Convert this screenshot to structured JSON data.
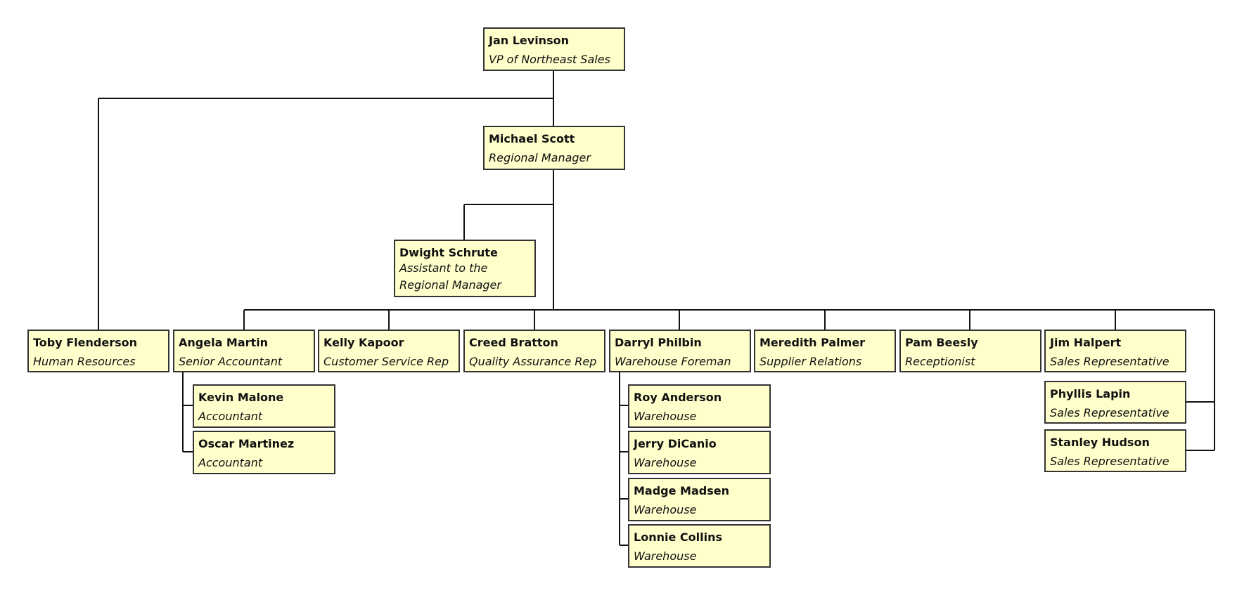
{
  "org_chart": {
    "nodes": [
      {
        "id": "jan",
        "name": "Jan Levinson",
        "title": "VP of Northeast Sales"
      },
      {
        "id": "michael",
        "name": "Michael Scott",
        "title": "Regional Manager"
      },
      {
        "id": "dwight",
        "name": "Dwight Schrute",
        "title": "Assistant to the Regional Manager"
      },
      {
        "id": "toby",
        "name": "Toby Flenderson",
        "title": "Human Resources"
      },
      {
        "id": "angela",
        "name": "Angela Martin",
        "title": "Senior Accountant"
      },
      {
        "id": "kelly",
        "name": "Kelly Kapoor",
        "title": "Customer Service Rep"
      },
      {
        "id": "creed",
        "name": "Creed Bratton",
        "title": "Quality Assurance Rep"
      },
      {
        "id": "darryl",
        "name": "Darryl Philbin",
        "title": "Warehouse Foreman"
      },
      {
        "id": "meredith",
        "name": "Meredith Palmer",
        "title": "Supplier Relations"
      },
      {
        "id": "pam",
        "name": "Pam Beesly",
        "title": "Receptionist"
      },
      {
        "id": "jim",
        "name": "Jim Halpert",
        "title": "Sales Representative"
      },
      {
        "id": "phyllis",
        "name": "Phyllis Lapin",
        "title": "Sales Representative"
      },
      {
        "id": "stanley",
        "name": "Stanley Hudson",
        "title": "Sales Representative"
      },
      {
        "id": "kevin",
        "name": "Kevin Malone",
        "title": "Accountant"
      },
      {
        "id": "oscar",
        "name": "Oscar Martinez",
        "title": "Accountant"
      },
      {
        "id": "roy",
        "name": "Roy Anderson",
        "title": "Warehouse"
      },
      {
        "id": "jerry",
        "name": "Jerry DiCanio",
        "title": "Warehouse"
      },
      {
        "id": "madge",
        "name": "Madge Madsen",
        "title": "Warehouse"
      },
      {
        "id": "lonnie",
        "name": "Lonnie Collins",
        "title": "Warehouse"
      }
    ],
    "reports_to": {
      "michael": "jan",
      "toby": "jan",
      "dwight": "michael",
      "angela": "michael",
      "kelly": "michael",
      "creed": "michael",
      "darryl": "michael",
      "meredith": "michael",
      "pam": "michael",
      "jim": "michael",
      "phyllis": "michael",
      "stanley": "michael",
      "kevin": "angela",
      "oscar": "angela",
      "roy": "darryl",
      "jerry": "darryl",
      "madge": "darryl",
      "lonnie": "darryl"
    },
    "colors": {
      "box_fill": "#ffffcc",
      "box_border": "#333333",
      "line": "#111111"
    }
  }
}
